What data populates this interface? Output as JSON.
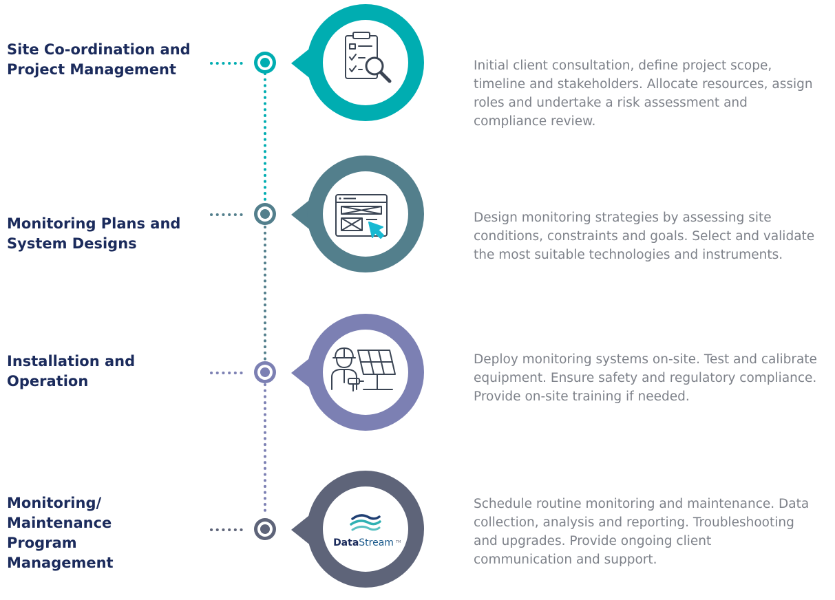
{
  "stages": [
    {
      "title": "Site Co-ordination and Project Management",
      "description": "Initial client consultation, define project scope, timeline and stakeholders. Allocate resources, assign roles and undertake a risk assessment and compliance review.",
      "color": "#00adb1",
      "icon": "checklist-search-icon"
    },
    {
      "title": "Monitoring Plans and System Designs",
      "description": "Design monitoring strategies by assessing site conditions, constraints and goals. Select and validate the most suitable technologies and instruments.",
      "color": "#537f8c",
      "icon": "wireframe-cursor-icon"
    },
    {
      "title": "Installation and Operation",
      "description": "Deploy monitoring systems on-site. Test and calibrate equipment. Ensure safety and regulatory compliance. Provide on-site training if needed.",
      "color": "#7c80b3",
      "icon": "worker-solar-panel-icon"
    },
    {
      "title": "Monitoring/ Maintenance Program Management",
      "description": "Schedule routine monitoring and maintenance. Data collection, analysis and reporting. Troubleshooting and upgrades. Provide ongoing client communication and support.",
      "color": "#5e6479",
      "icon": "datastream-logo"
    }
  ],
  "logo": {
    "text_bold": "Data",
    "text_regular": "Stream",
    "mark": "TM",
    "bold_color": "#1b2b5c",
    "regular_color": "#1b5a8c",
    "wave_color_dark": "#1f3f73",
    "wave_color_light": "#2fb1b3"
  },
  "connector_color": "#4d6d7a"
}
